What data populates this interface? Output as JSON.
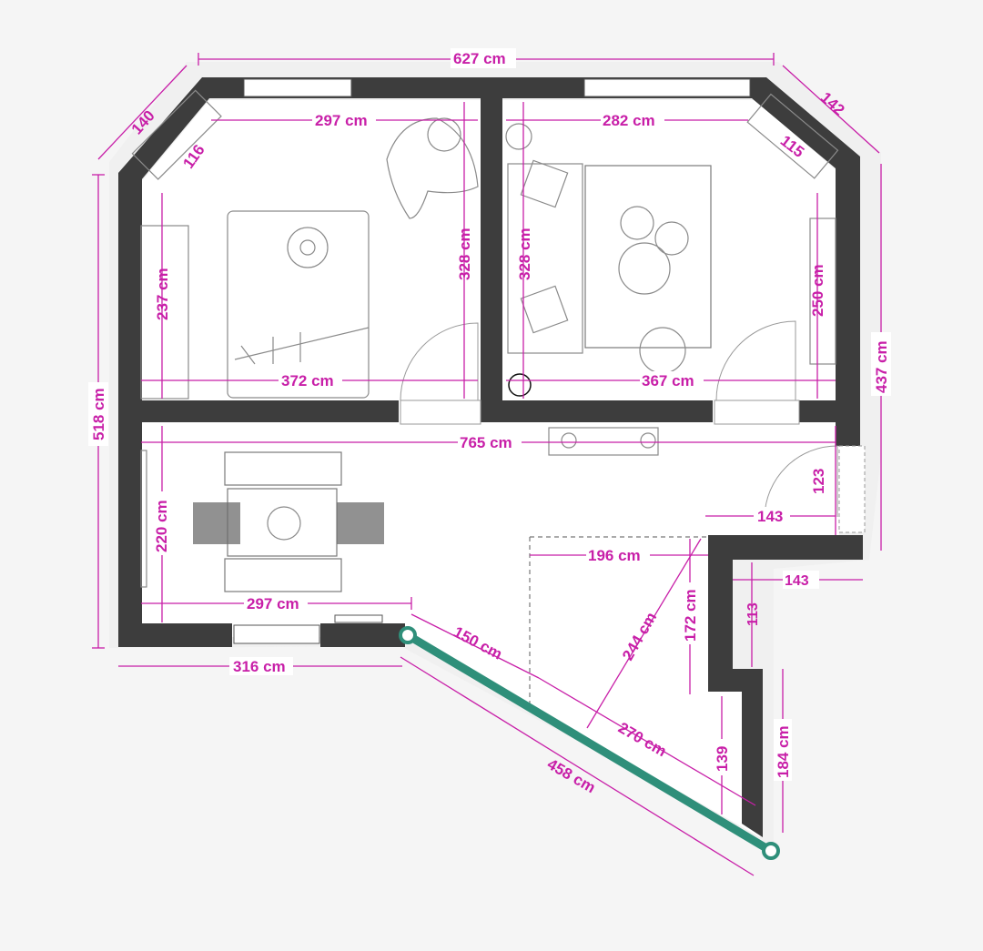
{
  "dimensions": {
    "top_total": "627 cm",
    "left_diag": "140",
    "right_diag": "142",
    "bedroom_width_top": "297 cm",
    "living_width_top": "282 cm",
    "bedroom_wardrobe": "116",
    "living_wardrobe": "115",
    "bedroom_height": "328 cm",
    "living_height": "328 cm",
    "bedroom_left": "237 cm",
    "living_right": "250 cm",
    "bedroom_bottom": "372 cm",
    "living_bottom": "367 cm",
    "left_total": "518 cm",
    "right_total": "437 cm",
    "hall_width": "765 cm",
    "dining_height": "220 cm",
    "entry_height": "123",
    "entry_width": "143",
    "step_width": "143",
    "step_height": "113",
    "dashed_width": "196 cm",
    "dashed_height": "172 cm",
    "dining_width": "297 cm",
    "bottom_left": "316 cm",
    "diag_short": "150 cm",
    "diag_mid": "244 cm",
    "diag_270": "270 cm",
    "diag_long": "458 cm",
    "right_lower_inner": "139",
    "right_lower_outer": "184 cm"
  },
  "colors": {
    "wall": "#3d3d3d",
    "dimension": "#c81fa8",
    "highlight_line": "#2f8f7a"
  }
}
